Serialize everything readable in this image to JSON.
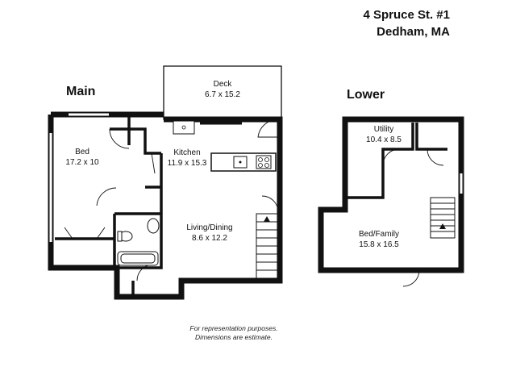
{
  "header": {
    "address_line1": "4 Spruce St. #1",
    "address_line2": "Dedham, MA"
  },
  "floors": {
    "main": {
      "label": "Main",
      "rooms": {
        "deck": {
          "name": "Deck",
          "dims": "6.7 x 15.2"
        },
        "kitchen": {
          "name": "Kitchen",
          "dims": "11.9 x 15.3"
        },
        "bed": {
          "name": "Bed",
          "dims": "17.2 x 10"
        },
        "living_dining": {
          "name": "Living/Dining",
          "dims": "8.6 x 12.2"
        }
      }
    },
    "lower": {
      "label": "Lower",
      "rooms": {
        "utility": {
          "name": "Utility",
          "dims": "10.4 x 8.5"
        },
        "bed_family": {
          "name": "Bed/Family",
          "dims": "15.8 x 16.5"
        }
      }
    }
  },
  "footer": {
    "disclaimer_line1": "For representation purposes.",
    "disclaimer_line2": "Dimensions are estimate."
  }
}
